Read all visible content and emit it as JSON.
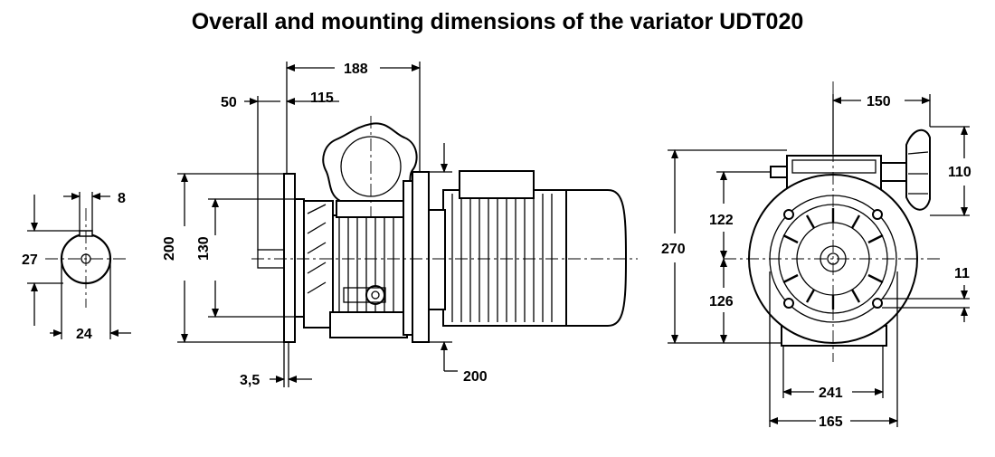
{
  "title": "Overall and mounting dimensions of the variator UDT020",
  "dimensions": {
    "shaft_key_width": "8",
    "shaft_height": "27",
    "shaft_diameter": "24",
    "flange_height": "200",
    "spigot_height": "130",
    "shaft_length": "50",
    "gear_length": "115",
    "variator_length": "188",
    "spigot_depth": "3,5",
    "motor_flange": "200",
    "overall_height": "270",
    "upper_height": "122",
    "lower_height": "126",
    "handwheel_offset": "150",
    "handwheel_diameter": "110",
    "bolt_hole": "11",
    "bolt_circle": "241",
    "pilot_diameter": "165"
  }
}
